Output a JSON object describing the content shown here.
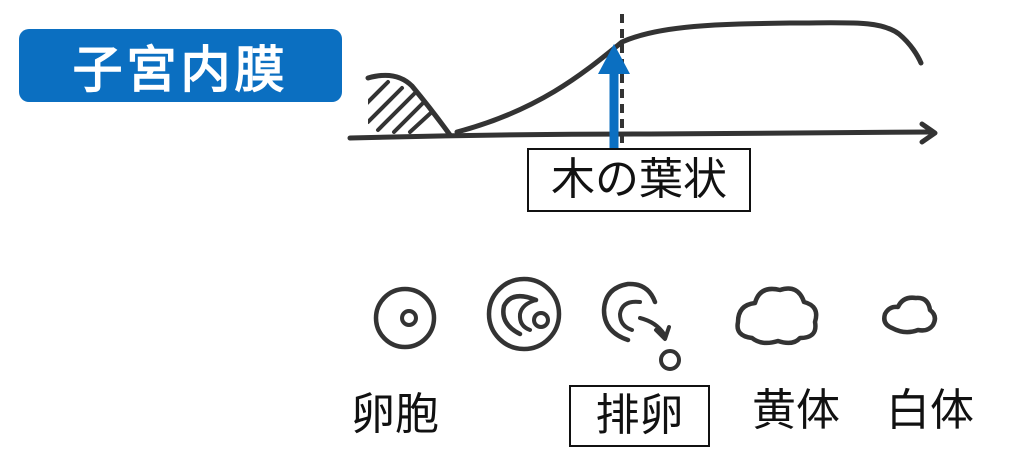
{
  "title": "子宮内膜",
  "endometrium_label": "木の葉状",
  "stages": {
    "oocyte": "卵胞",
    "ovulation": "排卵",
    "corpus_luteum": "黄体",
    "corpus_albicans": "白体"
  },
  "colors": {
    "accent": "#0b6fc1",
    "ink": "#333333",
    "text": "#111111"
  }
}
